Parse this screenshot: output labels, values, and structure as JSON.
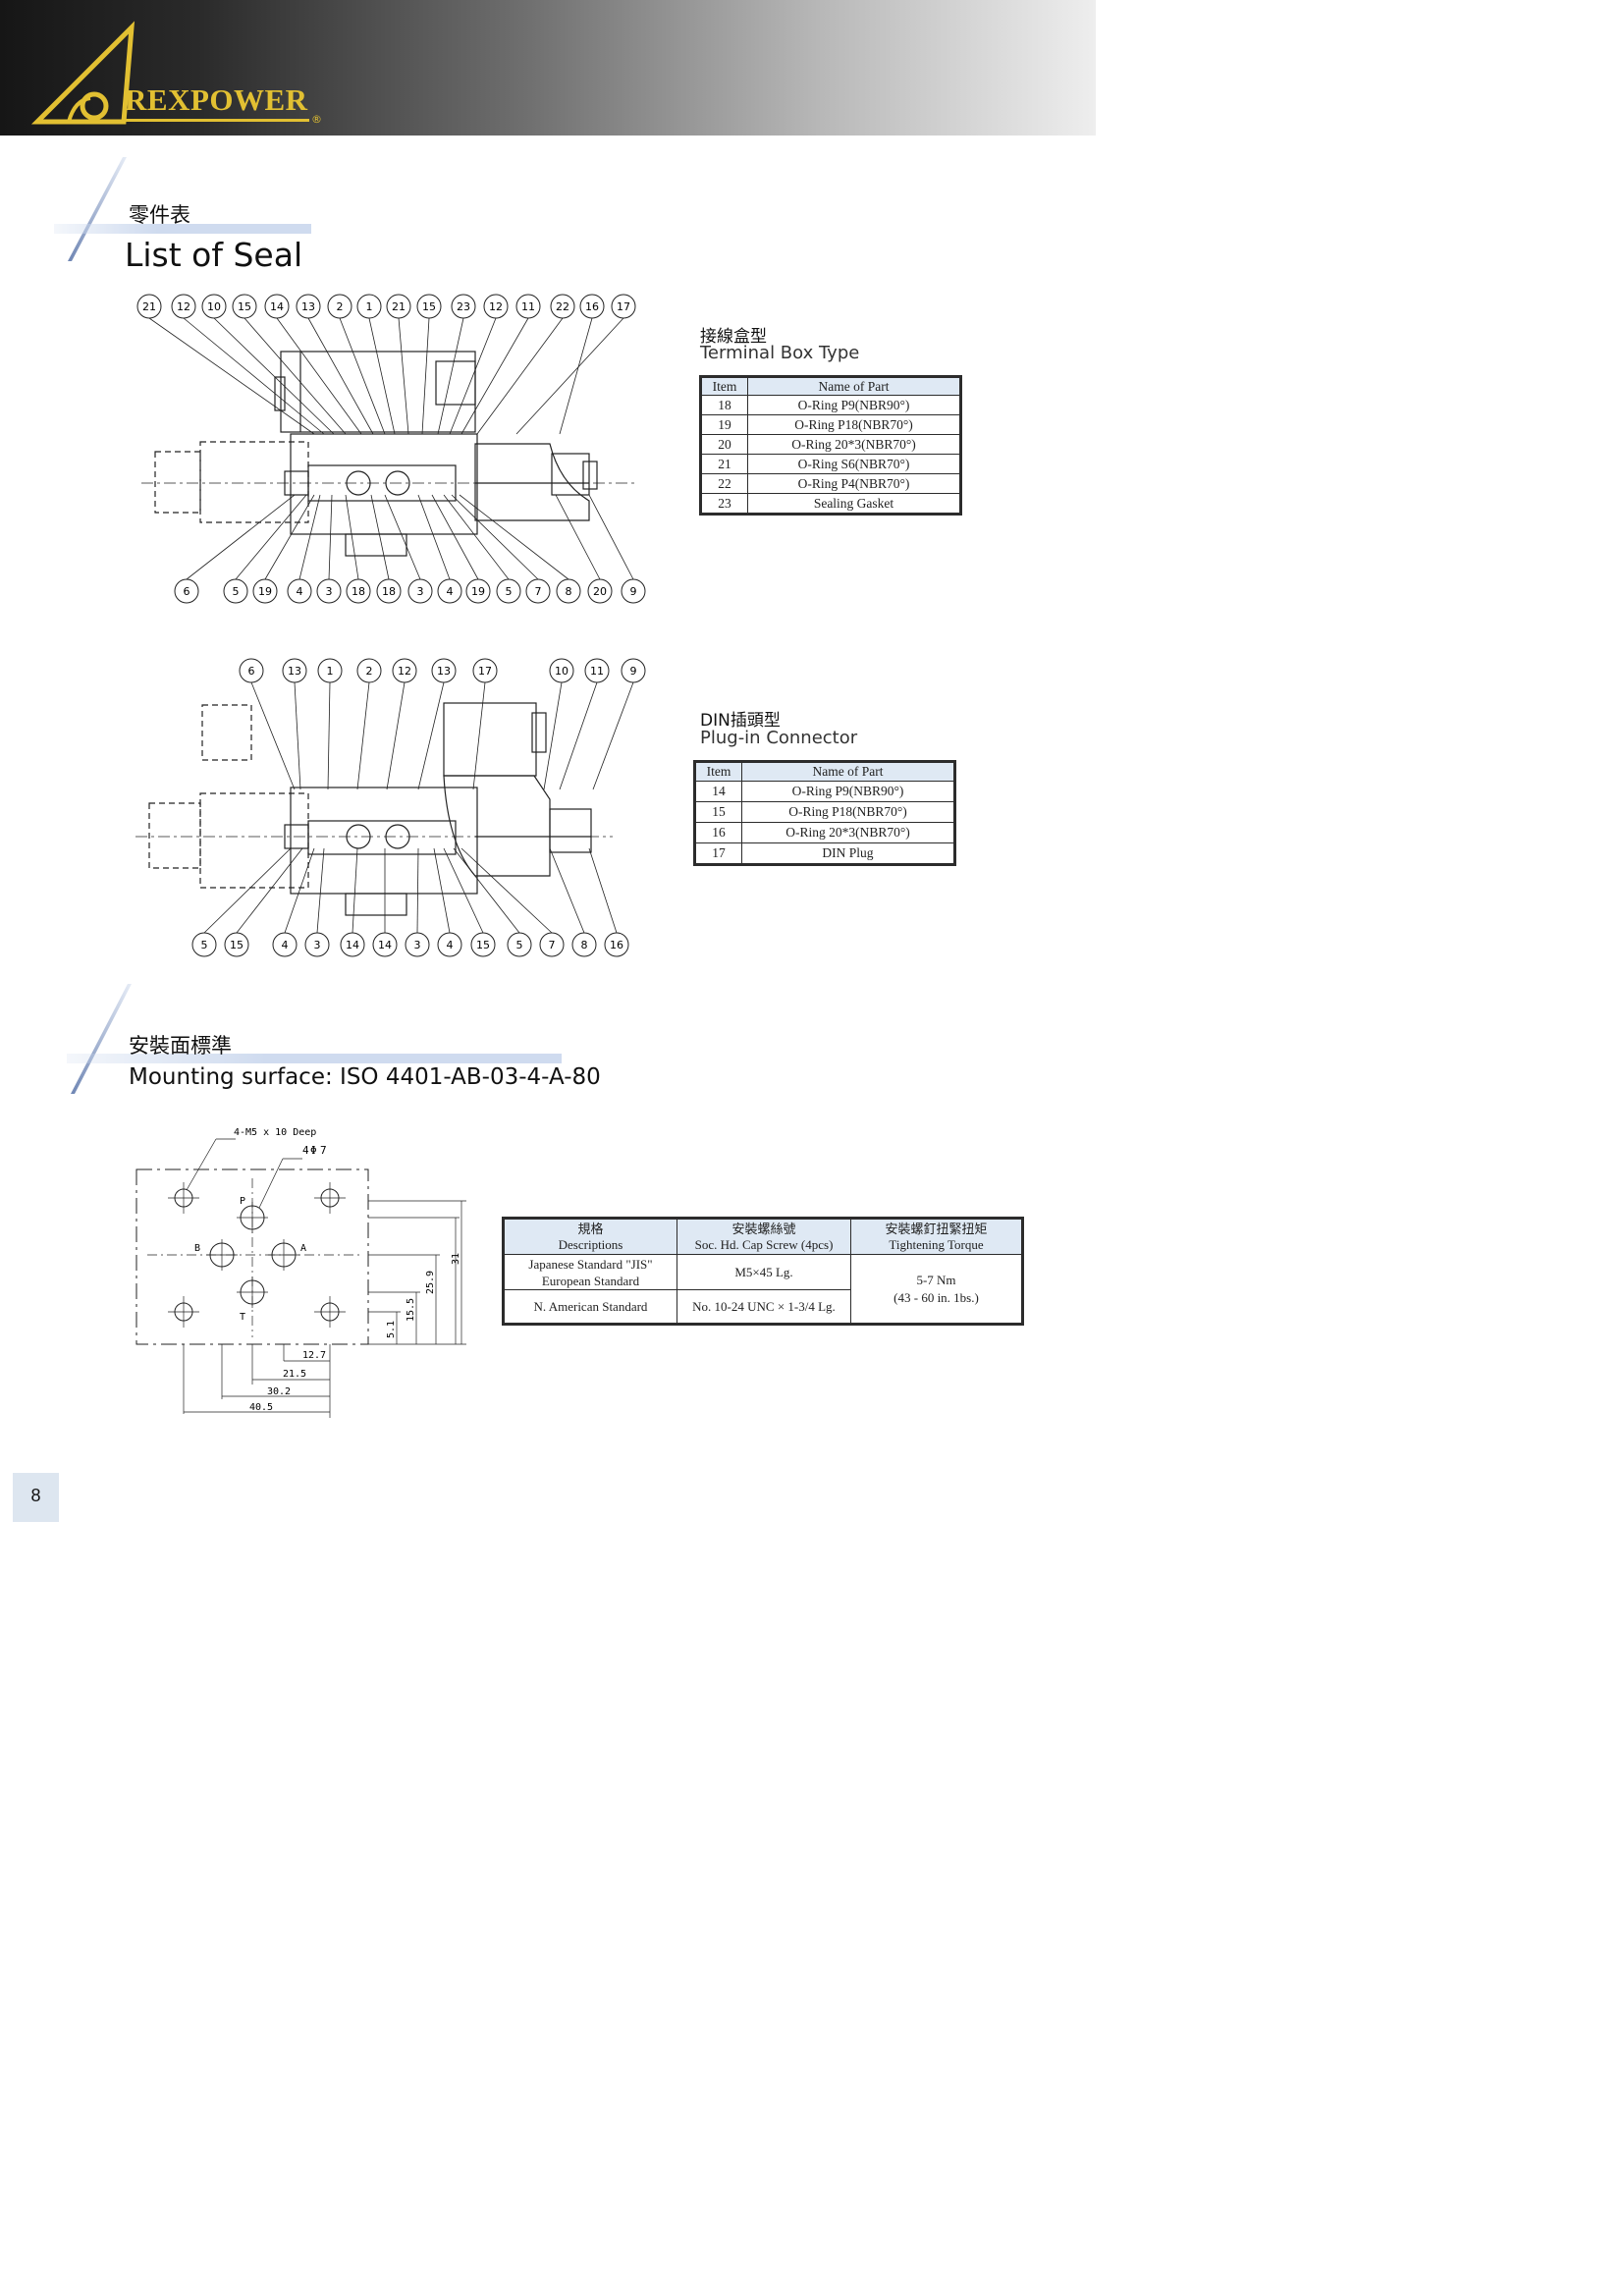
{
  "header": {
    "brand": "REXPOWER",
    "registered": "®"
  },
  "seal_section": {
    "title_zh": "零件表",
    "title_en": "List of Seal"
  },
  "terminal_box": {
    "title_zh": "接線盒型",
    "title_en": "Terminal Box Type",
    "col_item": "Item",
    "col_name": "Name of Part",
    "rows": [
      {
        "item": "18",
        "name": "O-Ring P9(NBR90°)"
      },
      {
        "item": "19",
        "name": "O-Ring P18(NBR70°)"
      },
      {
        "item": "20",
        "name": "O-Ring 20*3(NBR70°)"
      },
      {
        "item": "21",
        "name": "O-Ring S6(NBR70°)"
      },
      {
        "item": "22",
        "name": "O-Ring P4(NBR70°)"
      },
      {
        "item": "23",
        "name": "Sealing Gasket"
      }
    ],
    "callouts_top": [
      "21",
      "12",
      "10",
      "15",
      "14",
      "13",
      "2",
      "1",
      "21",
      "15",
      "23",
      "12",
      "11",
      "22",
      "16",
      "17"
    ],
    "callouts_bottom": [
      "6",
      "5",
      "19",
      "4",
      "3",
      "18",
      "18",
      "3",
      "4",
      "19",
      "5",
      "7",
      "8",
      "20",
      "9"
    ]
  },
  "din_plug": {
    "title_zh": "DIN插頭型",
    "title_en": "Plug-in Connector",
    "col_item": "Item",
    "col_name": "Name of Part",
    "rows": [
      {
        "item": "14",
        "name": "O-Ring P9(NBR90°)"
      },
      {
        "item": "15",
        "name": "O-Ring P18(NBR70°)"
      },
      {
        "item": "16",
        "name": "O-Ring 20*3(NBR70°)"
      },
      {
        "item": "17",
        "name": "DIN Plug"
      }
    ],
    "callouts_top": [
      "6",
      "13",
      "1",
      "2",
      "12",
      "13",
      "17",
      "10",
      "11",
      "9"
    ],
    "callouts_bottom": [
      "5",
      "15",
      "4",
      "3",
      "14",
      "14",
      "3",
      "4",
      "15",
      "5",
      "7",
      "8",
      "16"
    ]
  },
  "mounting_section": {
    "title_zh": "安裝面標準",
    "title_en": "Mounting surface: ISO 4401-AB-03-4-A-80"
  },
  "mounting_drawing": {
    "note_holes": "4-M5 x 10 Deep",
    "note_dia": "4",
    "dia_symbol": "Φ",
    "dia_value": "7",
    "port_p": "P",
    "port_a": "A",
    "port_b": "B",
    "port_t": "T",
    "dim_v": [
      "5.1",
      "15.5",
      "25.9",
      "31"
    ],
    "dim_h": [
      "12.7",
      "21.5",
      "30.2",
      "40.5"
    ]
  },
  "screw_table": {
    "h1_zh": "規格",
    "h1_en": "Descriptions",
    "h2_zh": "安裝螺絲號",
    "h2_en": "Soc. Hd. Cap Screw (4pcs)",
    "h3_zh": "安裝螺釘扭緊扭矩",
    "h3_en": "Tightening Torque",
    "r1_desc1": "Japanese Standard \"JIS\"",
    "r1_desc2": "European Standard",
    "r1_screw": "M5×45 Lg.",
    "r2_desc": "N. American Standard",
    "r2_screw": "No. 10-24 UNC × 1-3/4 Lg.",
    "torque1": "5-7 Nm",
    "torque2": "(43 - 60 in. 1bs.)"
  },
  "footer": {
    "page_number": "8"
  },
  "colors": {
    "brand_gold": "#e2c032",
    "table_header": "#dfe9f4",
    "accent_blue": "#cfdbef"
  }
}
